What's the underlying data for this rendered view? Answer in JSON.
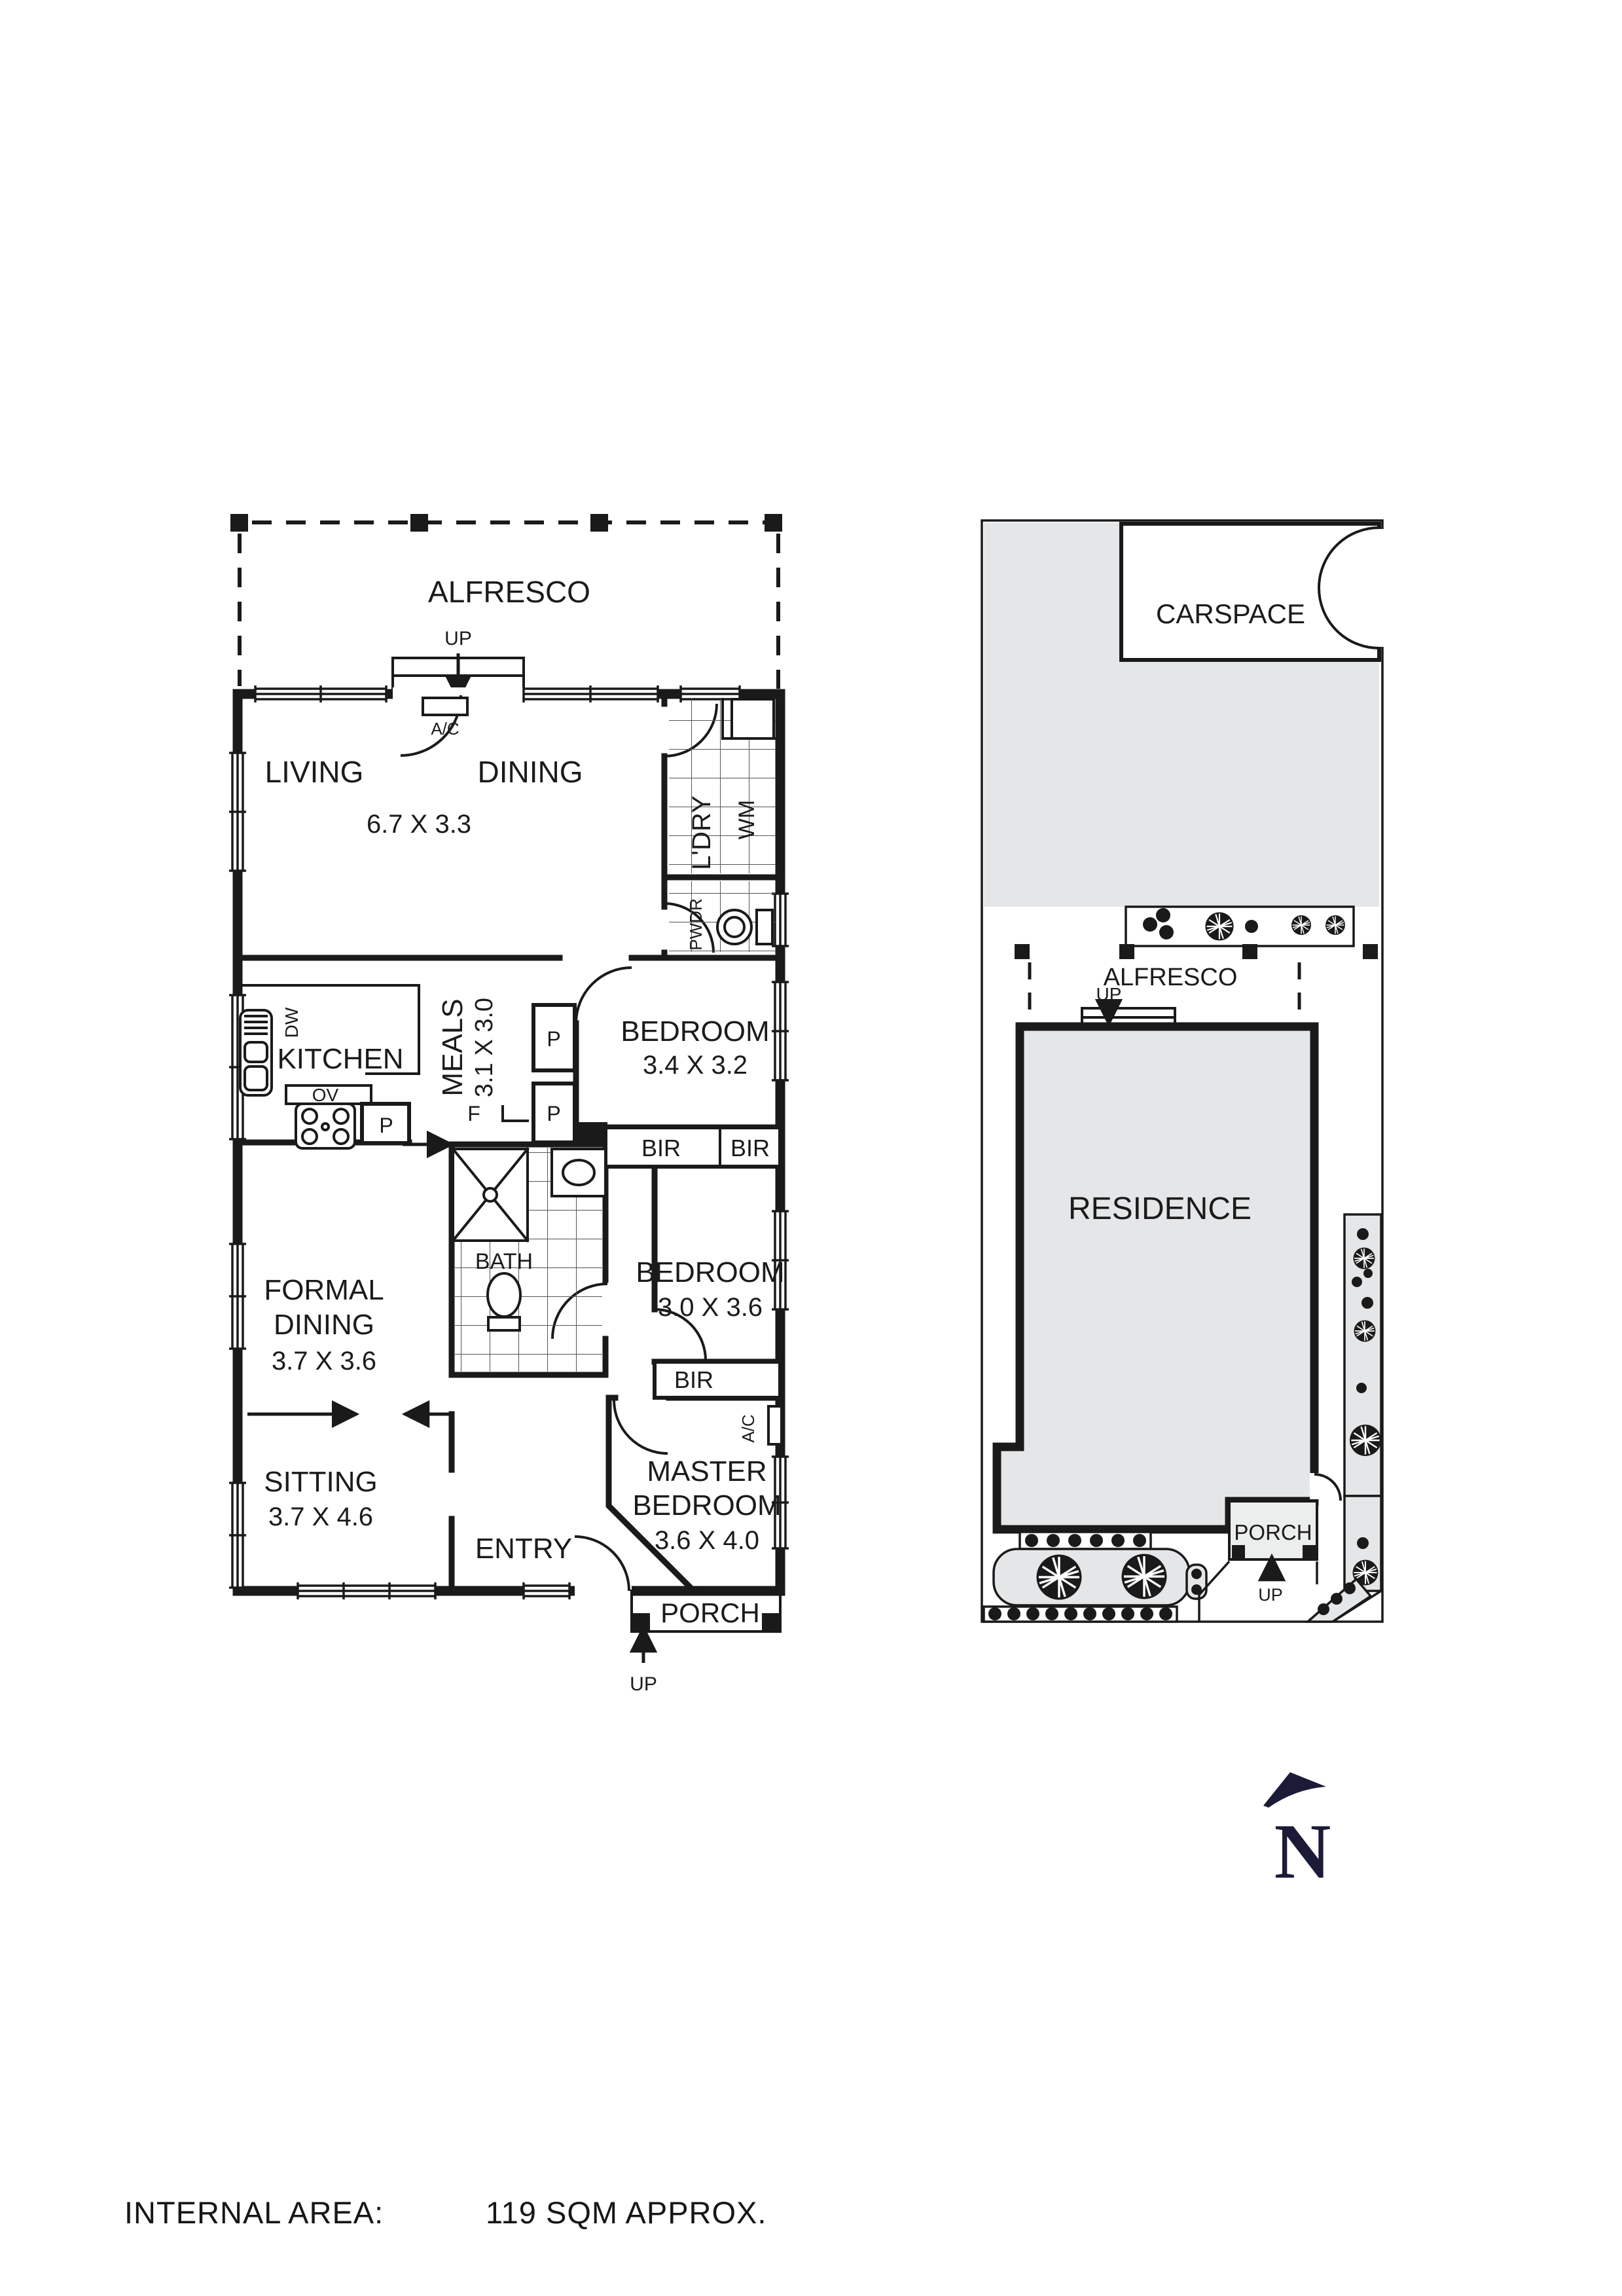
{
  "floor_plan": {
    "labels": {
      "alfresco": "ALFRESCO",
      "up": "UP",
      "ac": "A/C",
      "living": "LIVING",
      "dining": "DINING",
      "living_dining_dims": "6.7 X 3.3",
      "laundry": "L'DRY",
      "washing_machine": "WM",
      "powder": "PWDR",
      "kitchen": "KITCHEN",
      "dishwasher": "DW",
      "oven": "OV",
      "pantry": "P",
      "fridge": "F",
      "meals": "MEALS",
      "meals_dims": "3.1 X 3.0",
      "bedroom1": "BEDROOM",
      "bedroom1_dims": "3.4 X 3.2",
      "robe": "BIR",
      "bath": "BATH",
      "bedroom2": "BEDROOM",
      "bedroom2_dims": "3.0 X 3.6",
      "formal_line1": "FORMAL",
      "formal_line2": "DINING",
      "formal_dims": "3.7 X 3.6",
      "sitting": "SITTING",
      "sitting_dims": "3.7 X 4.6",
      "master_line1": "MASTER",
      "master_line2": "BEDROOM",
      "master_dims": "3.6 X 4.0",
      "entry": "ENTRY",
      "porch": "PORCH"
    }
  },
  "site_plan": {
    "labels": {
      "carspace": "CARSPACE",
      "alfresco": "ALFRESCO",
      "up": "UP",
      "residence": "RESIDENCE",
      "porch": "PORCH",
      "north": "N"
    }
  },
  "footer": {
    "label": "INTERNAL AREA:",
    "value": "119 SQM APPROX."
  },
  "colors": {
    "wall": "#1a1a1a",
    "fill_gray": "#e5e6e7",
    "compass": "#1b1b38"
  }
}
